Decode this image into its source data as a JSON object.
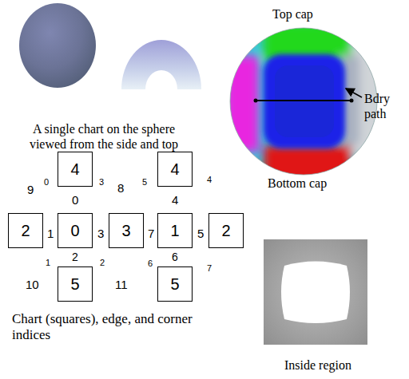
{
  "diagram": {
    "nodes": [
      {
        "text": [
          "4"
        ]
      },
      {
        "text": [
          "4"
        ]
      },
      {
        "text": [
          "2"
        ]
      },
      {
        "text": [
          "0"
        ]
      },
      {
        "text": [
          "3"
        ]
      },
      {
        "text": [
          "1"
        ]
      },
      {
        "text": [
          "2"
        ]
      },
      {
        "text": [
          "5"
        ]
      },
      {
        "text": [
          "5"
        ]
      }
    ],
    "labels": [
      "A single chart on the sphere viewed from the side and top",
      "Top cap",
      "Bdry path",
      "Bottom cap",
      "9",
      "0",
      "0",
      "3",
      "8",
      "5",
      "4",
      "4",
      "1",
      "3",
      "7",
      "5",
      "1",
      "2",
      "2",
      "6",
      "6",
      "7",
      "10",
      "11",
      "Chart (squares), edge, and corner indices",
      "Inside region"
    ]
  }
}
